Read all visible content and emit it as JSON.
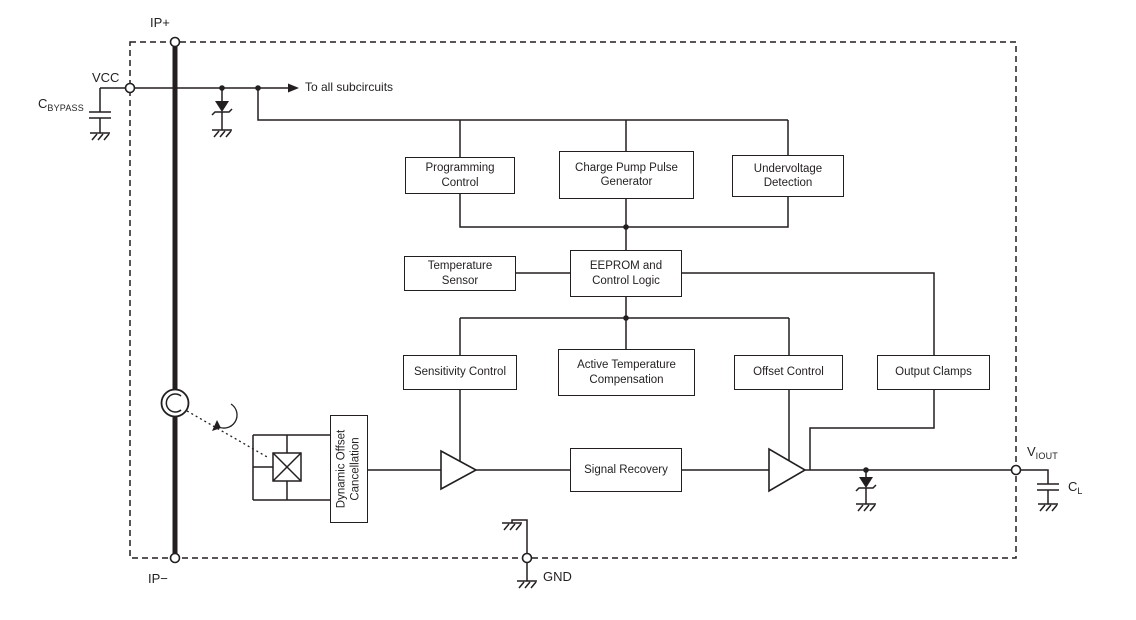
{
  "diagram": {
    "title": "Hall-effect sensor IC functional block diagram",
    "colors": {
      "line": "#231f20",
      "background": "#ffffff"
    },
    "labels": {
      "ip_plus": "IP+",
      "ip_minus": "IP−",
      "vcc": "VCC",
      "gnd": "GND",
      "to_all_subcircuits": "To all subcircuits",
      "c_bypass": {
        "base": "C",
        "sub": "BYPASS"
      },
      "c_load": {
        "base": "C",
        "sub": "L"
      },
      "v_iout": {
        "base": "V",
        "sub": "IOUT"
      }
    },
    "blocks": {
      "programming_control": {
        "lines": [
          "Programming",
          "Control"
        ]
      },
      "charge_pump": {
        "lines": [
          "Charge Pump Pulse",
          "Generator"
        ]
      },
      "undervoltage": {
        "lines": [
          "Undervoltage",
          "Detection"
        ]
      },
      "temperature_sensor": {
        "lines": [
          "Temperature",
          "Sensor"
        ]
      },
      "eeprom": {
        "lines": [
          "EEPROM and",
          "Control Logic"
        ]
      },
      "sensitivity_control": {
        "lines": [
          "Sensitivity Control"
        ]
      },
      "active_temp_comp": {
        "lines": [
          "Active Temperature",
          "Compensation"
        ]
      },
      "offset_control": {
        "lines": [
          "Offset Control"
        ]
      },
      "output_clamps": {
        "lines": [
          "Output Clamps"
        ]
      },
      "signal_recovery": {
        "lines": [
          "Signal Recovery"
        ]
      },
      "dynamic_offset_cancellation": {
        "lines": [
          "Dynamic Offset",
          "Cancellation"
        ]
      }
    }
  }
}
